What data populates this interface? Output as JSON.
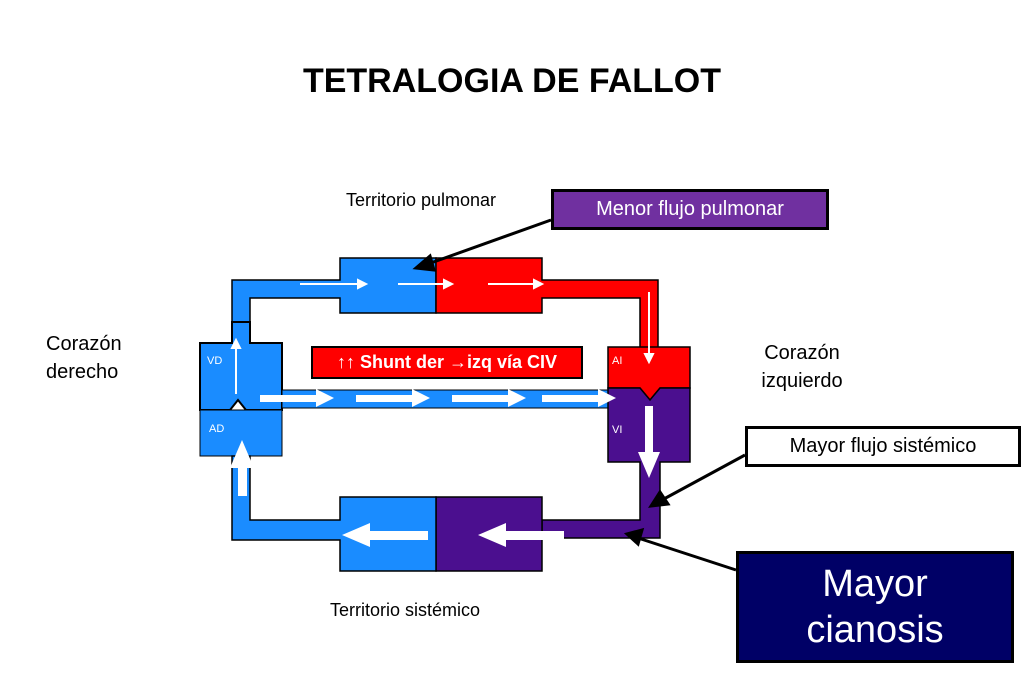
{
  "title": "TETRALOGIA DE FALLOT",
  "labels": {
    "pulmonary_territory": "Territorio pulmonar",
    "systemic_territory": "Territorio sistémico",
    "right_heart_line1": "Corazón",
    "right_heart_line2": "derecho",
    "left_heart_line1": "Corazón",
    "left_heart_line2": "izquierdo"
  },
  "chambers": {
    "vd": "VD",
    "ad": "AD",
    "ai": "AI",
    "vi": "VI"
  },
  "callouts": {
    "menor_flujo": "Menor flujo pulmonar",
    "mayor_flujo": "Mayor flujo sistémico",
    "cianosis_line1": "Mayor",
    "cianosis_line2": "cianosis"
  },
  "shunt": {
    "prefix": "↑↑",
    "text_a": " Shunt der ",
    "arrow": "→",
    "text_b": "izq vía CIV"
  },
  "colors": {
    "venous_blue": "#1a8cff",
    "arterial_red": "#ff0000",
    "mixed_purple": "#4b0f8f",
    "callout_purple": "#7030a0",
    "dark_navy": "#000066"
  }
}
